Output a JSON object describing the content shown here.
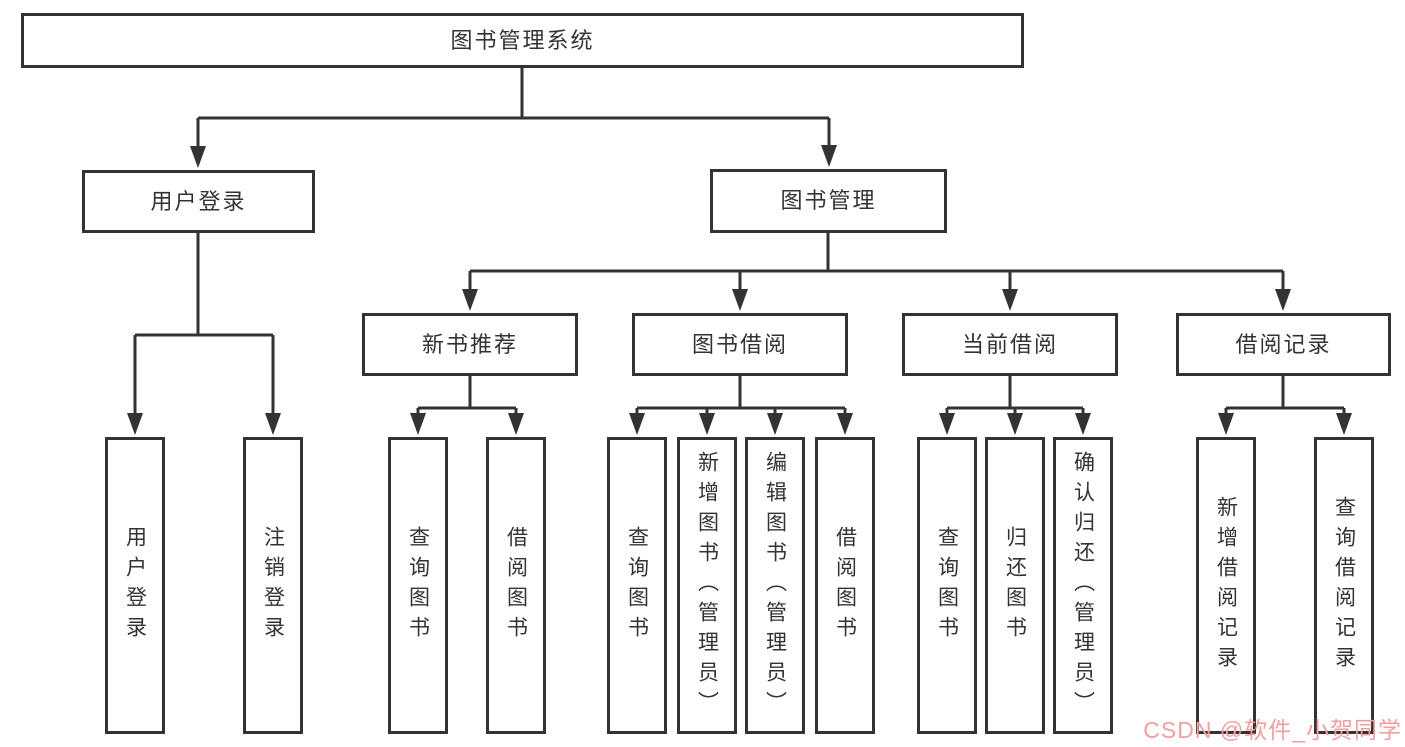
{
  "colors": {
    "line": "#333333",
    "box_border": "#333333",
    "text": "#333333",
    "background": "#ffffff",
    "watermark": "#f29f9f"
  },
  "watermark": {
    "text": "CSDN @软件_小贺同学"
  },
  "diagram": {
    "root": {
      "label": "图书管理系统"
    },
    "branches": [
      {
        "label": "用户登录",
        "children": [
          {
            "label": "用户登录"
          },
          {
            "label": "注销登录"
          }
        ]
      },
      {
        "label": "图书管理",
        "children": [
          {
            "label": "新书推荐",
            "children": [
              {
                "label": "查询图书"
              },
              {
                "label": "借阅图书"
              }
            ]
          },
          {
            "label": "图书借阅",
            "children": [
              {
                "label": "查询图书"
              },
              {
                "label": "新增图书（管理员）"
              },
              {
                "label": "编辑图书（管理员）"
              },
              {
                "label": "借阅图书"
              }
            ]
          },
          {
            "label": "当前借阅",
            "children": [
              {
                "label": "查询图书"
              },
              {
                "label": "归还图书"
              },
              {
                "label": "确认归还（管理员）"
              }
            ]
          },
          {
            "label": "借阅记录",
            "children": [
              {
                "label": "新增借阅记录"
              },
              {
                "label": "查询借阅记录"
              }
            ]
          }
        ]
      }
    ]
  }
}
